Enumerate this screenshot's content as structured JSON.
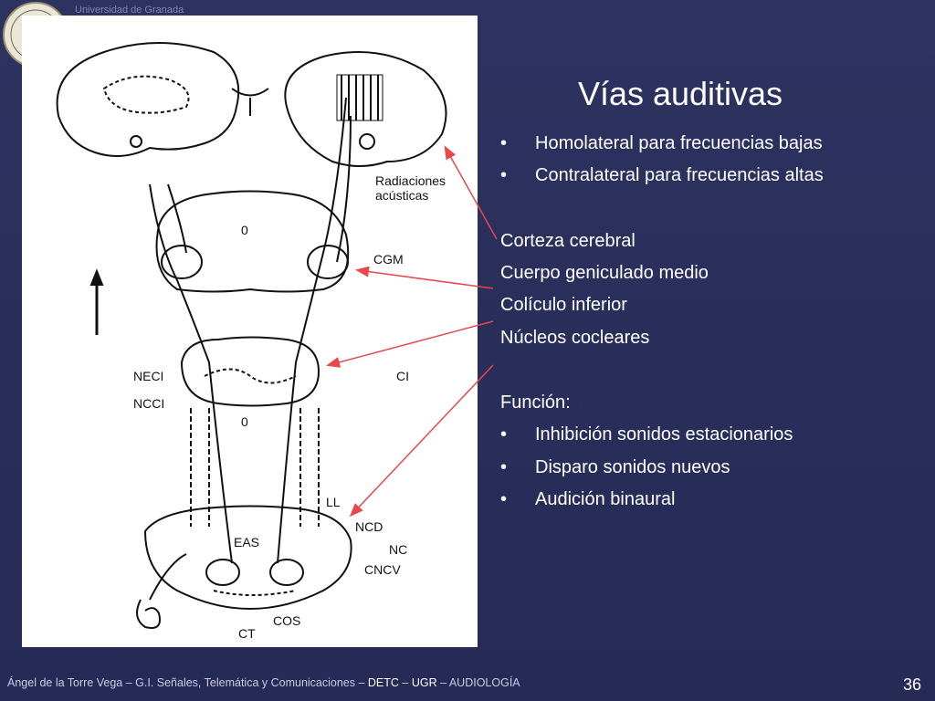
{
  "header": {
    "university": "Universidad de Granada"
  },
  "title": "Vías auditivas",
  "bullets": [
    "Homolateral para frecuencias bajas",
    "Contralateral para frecuencias altas"
  ],
  "levels": [
    "Corteza cerebral",
    "Cuerpo geniculado medio",
    "Colículo inferior",
    "Núcleos cocleares"
  ],
  "function": {
    "heading": "Función:",
    "items": [
      "Inhibición sonidos estacionarios",
      "Disparo sonidos nuevos",
      "Audición binaural"
    ]
  },
  "diagram_labels": {
    "radiaciones_1": "Radiaciones",
    "radiaciones_2": "acústicas",
    "cgm": "CGM",
    "neci": "NECI",
    "ncci": "NCCI",
    "ci": "CI",
    "ll": "LL",
    "ncd": "NCD",
    "eas": "EAS",
    "nc": "NC",
    "cncv": "CNCV",
    "cos": "COS",
    "ct": "CT",
    "zero": "0"
  },
  "footer": {
    "author": "Ángel de la Torre Vega – G.I. Señales, Telemática y Comunicaciones – ",
    "detc": "DETC",
    "sep1": " – ",
    "ugr": "UGR",
    "sep2": " – ",
    "subject": "AUDIOLOGÍA"
  },
  "page_number": "36",
  "colors": {
    "background": "#2b2f5a",
    "arrow": "#e8474c",
    "text": "#ffffff"
  }
}
